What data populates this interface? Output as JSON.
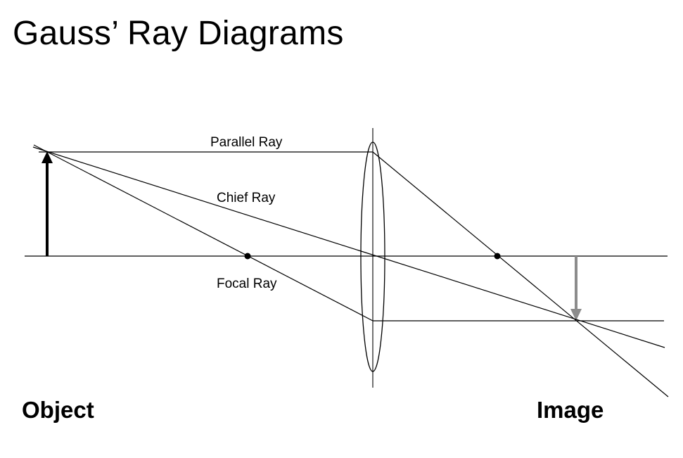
{
  "title": "Gauss’ Ray Diagrams",
  "rays": {
    "parallel": "Parallel Ray",
    "chief": "Chief Ray",
    "focal": "Focal Ray"
  },
  "labels": {
    "object": "Object",
    "image": "Image"
  },
  "colors": {
    "ray": "#000000",
    "object_arrow": "#000000",
    "image_arrow": "#8c8c8c"
  }
}
